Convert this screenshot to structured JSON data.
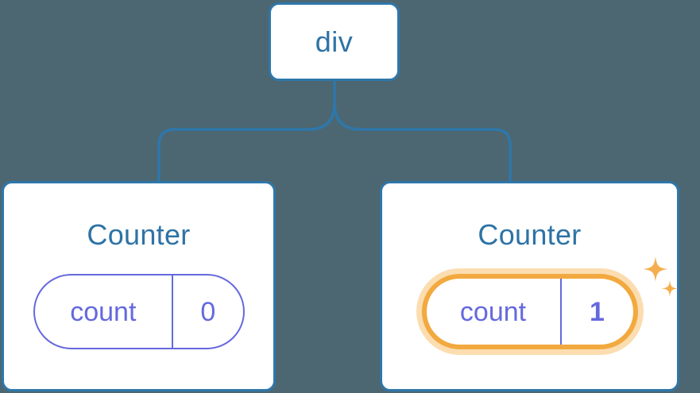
{
  "diagram": {
    "type": "component-tree",
    "background_color": "#4c6771",
    "accent_color": "#2e77ab",
    "state_color": "#6569dd",
    "highlight_color": "#f2a93f",
    "highlight_glow_color": "#fbddb0",
    "root": {
      "label": "div"
    },
    "children": [
      {
        "title": "Counter",
        "state": {
          "key": "count",
          "value": "0"
        },
        "highlighted": false,
        "sparkle": false
      },
      {
        "title": "Counter",
        "state": {
          "key": "count",
          "value": "1"
        },
        "highlighted": true,
        "sparkle": true
      }
    ],
    "icons": {
      "sparkle_large": "sparkle-icon",
      "sparkle_small": "sparkle-small-icon",
      "connector": "tree-connector"
    }
  }
}
